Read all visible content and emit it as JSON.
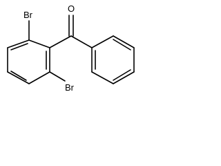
{
  "molecule": {
    "atoms": {
      "bromine_top": "Br",
      "bromine_bottom": "Br",
      "oxygen": "O"
    }
  }
}
